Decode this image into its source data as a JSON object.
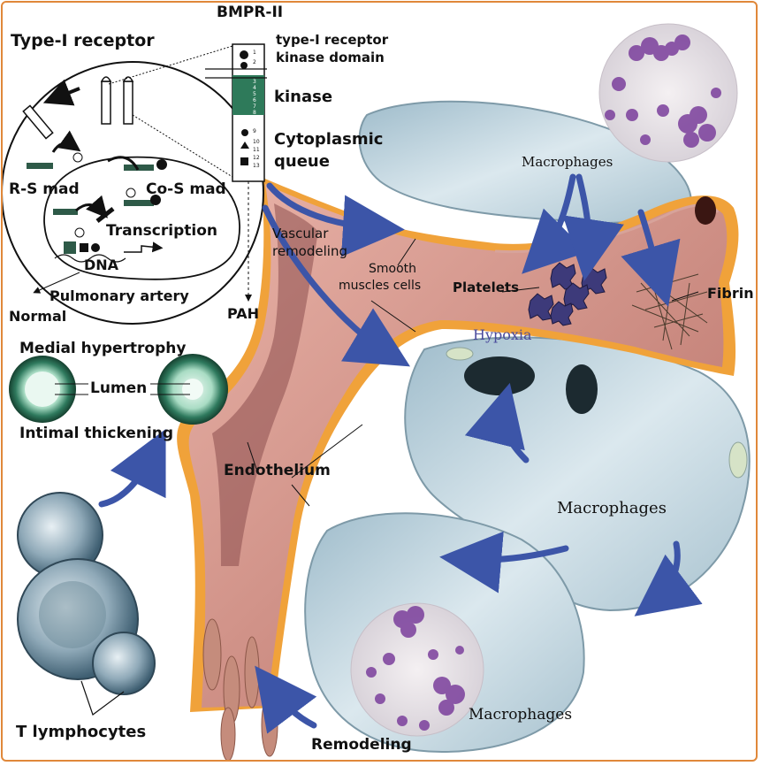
{
  "labels": {
    "bmpr2": "BMPR-II",
    "type1_receptor": "Type-I receptor",
    "type1_kinase_line1": "type-I receptor",
    "type1_kinase_line2": "kinase domain",
    "kinase": "kinase",
    "cyto_line1": "Cytoplasmic",
    "cyto_line2": "queue",
    "rsmad": "R-S mad",
    "cosmad": "Co-S mad",
    "transcription": "Transcription",
    "dna": "DNA",
    "vascular_line1": "Vascular",
    "vascular_line2": "remodeling",
    "smooth_line1": "Smooth",
    "smooth_line2": "muscles cells",
    "macrophages_top": "Macrophages",
    "platelets": "Platelets",
    "fibrin": "Fibrin",
    "pulmonary_artery": "Pulmonary artery",
    "normal": "Normal",
    "pah": "PAH",
    "hypoxia": "Hypoxia",
    "medial_hypertrophy": "Medial hypertrophy",
    "lumen": "Lumen",
    "intimal_thickening": "Intimal thickening",
    "endothelium": "Endothelium",
    "macrophages_mid": "Macrophages",
    "t_lymphocytes": "T lymphocytes",
    "remodeling": "Remodeling",
    "macrophages_bottom": "Macrophages"
  },
  "kinase_domain_numbers": [
    "1",
    "2",
    "3",
    "4",
    "5",
    "6",
    "7",
    "8",
    "9",
    "10",
    "11",
    "12",
    "13"
  ],
  "colors": {
    "frame": "#e0883a",
    "vessel_wall": "#c98578",
    "endothelium": "#f0a23a",
    "arrow_blue": "#3c55a8",
    "lung_blue": "#b9cfd9",
    "kinase_green": "#2e7a5a",
    "hypoxia_text": "#4a4a9c"
  }
}
